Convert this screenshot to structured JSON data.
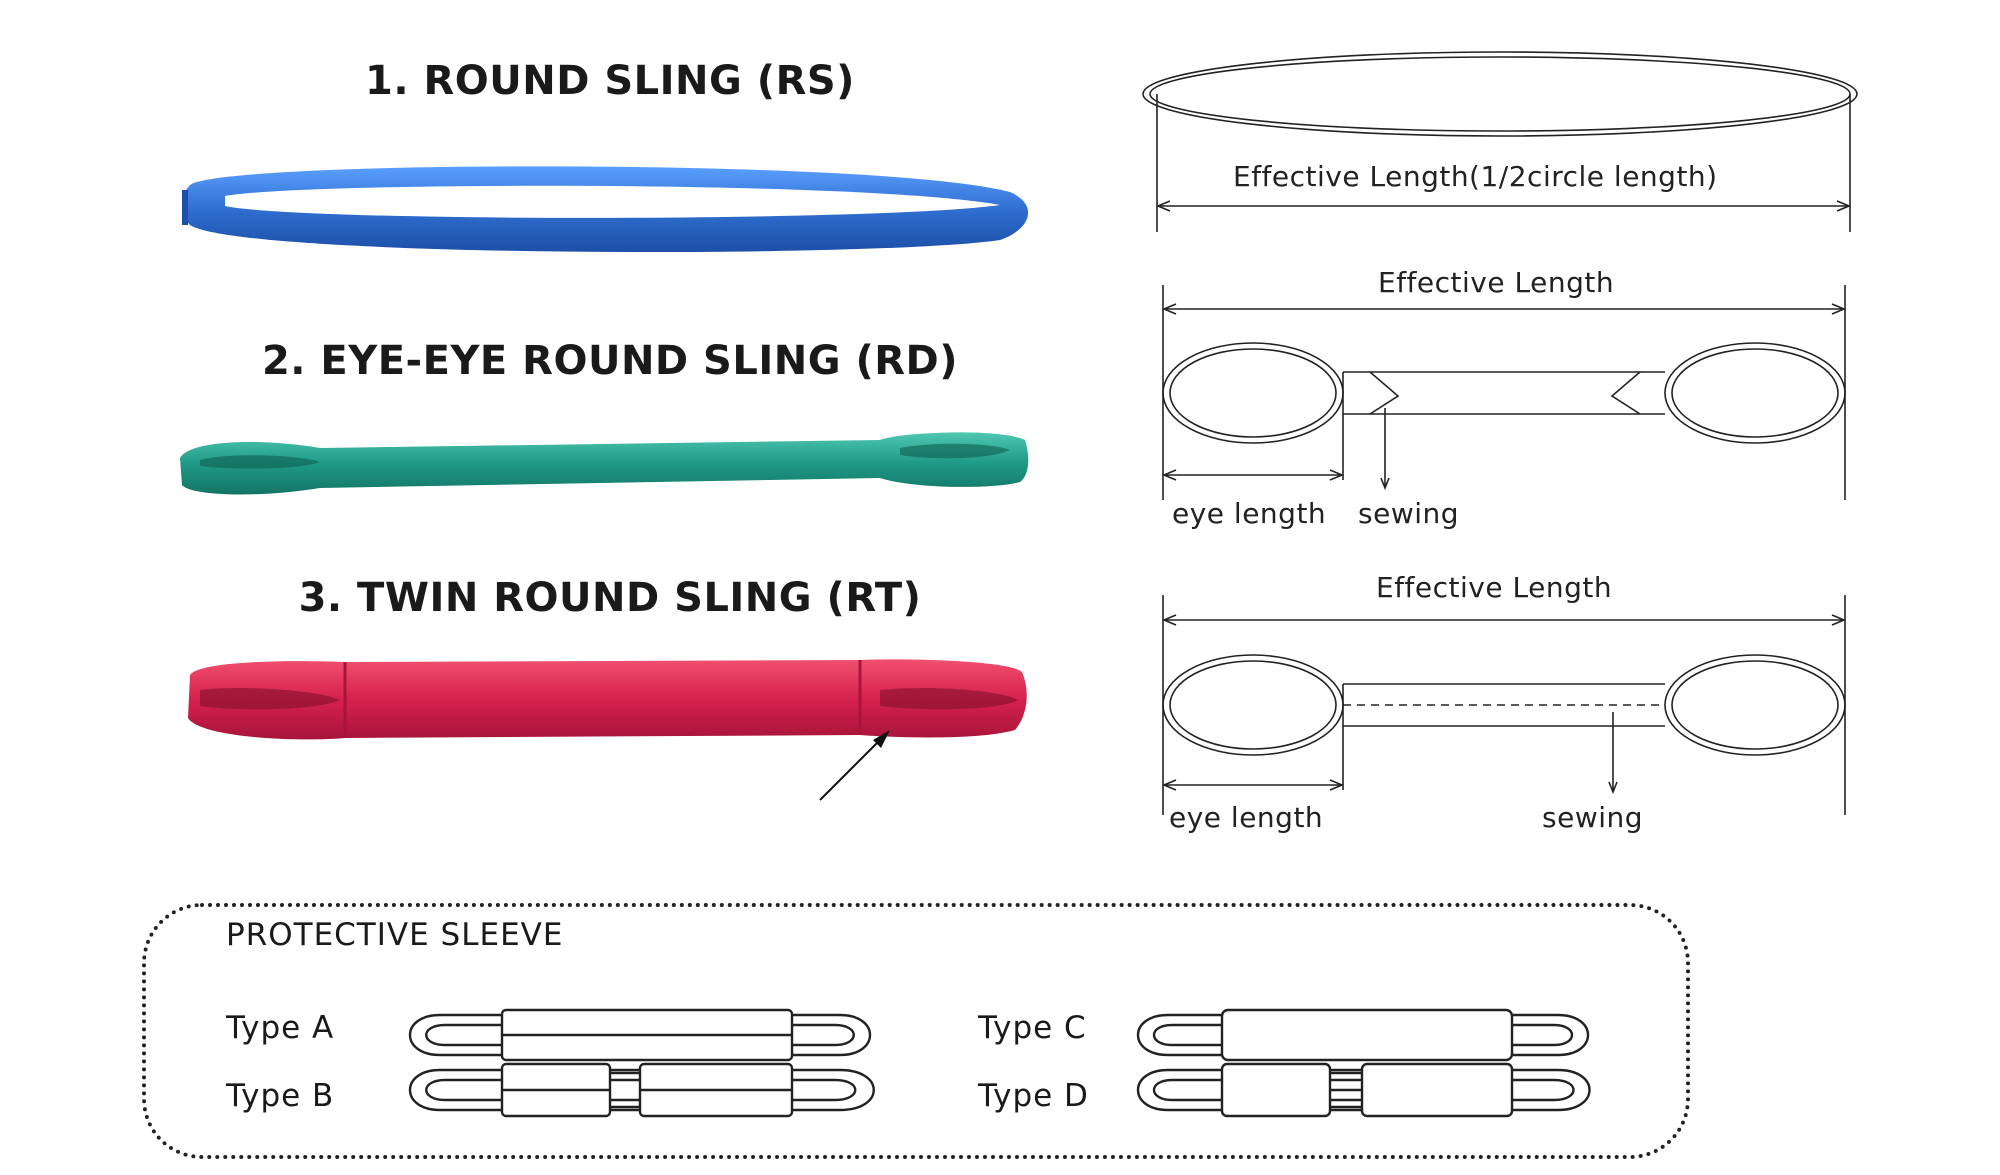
{
  "slings": [
    {
      "title": "1. ROUND SLING (RS)",
      "color": "#2f6fd0"
    },
    {
      "title": "2. EYE-EYE ROUND SLING (RD)",
      "color": "#1f9a86"
    },
    {
      "title": "3. TWIN ROUND SLING (RT)",
      "color": "#d6214d"
    }
  ],
  "diagrams": {
    "rs": {
      "effective_length": "Effective Length(1/2circle length)"
    },
    "rd": {
      "effective_length": "Effective Length",
      "eye_length": "eye length",
      "sewing": "sewing"
    },
    "rt": {
      "effective_length": "Effective Length",
      "eye_length": "eye length",
      "sewing": "sewing"
    }
  },
  "protective_sleeve": {
    "title": "PROTECTIVE  SLEEVE",
    "types": [
      "Type  A",
      "Type  B",
      "Type  C",
      "Type  D"
    ]
  }
}
